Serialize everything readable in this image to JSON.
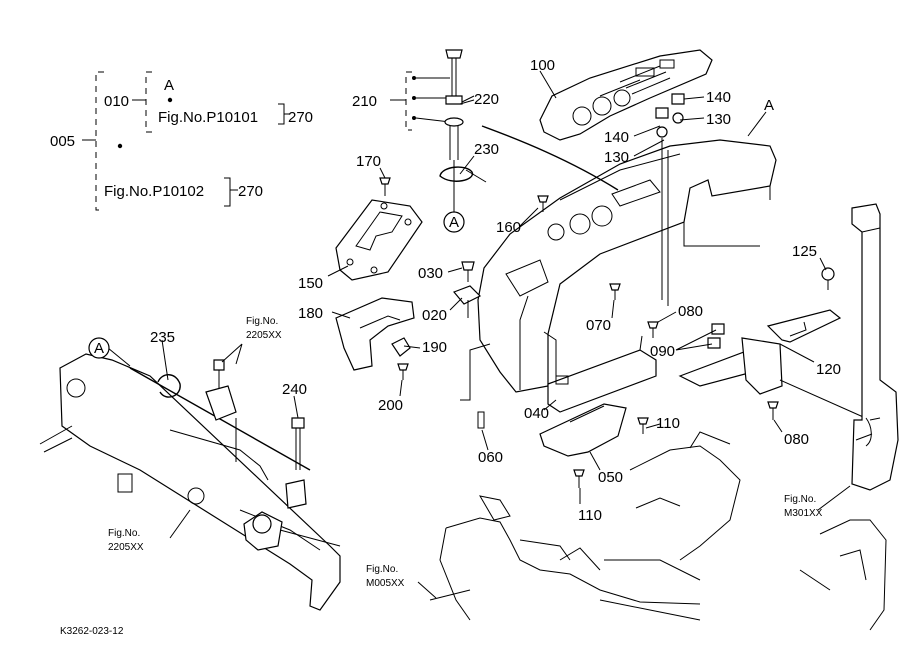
{
  "labels": {
    "c005": "005",
    "c010": "010",
    "a_top": "A",
    "fig_p10101": "Fig.No.P10101",
    "c270a": "270",
    "fig_p10102": "Fig.No.P10102",
    "c270b": "270",
    "c210": "210",
    "c220": "220",
    "c230": "230",
    "c100": "100",
    "a_right": "A",
    "c140a": "140",
    "c130a": "130",
    "c140b": "140",
    "c130b": "130",
    "c170": "170",
    "c160": "160",
    "c150": "150",
    "c030": "030",
    "c020": "020",
    "c070": "070",
    "c180": "180",
    "c190": "190",
    "c200": "200",
    "c080a": "080",
    "c090": "090",
    "c125": "125",
    "c120": "120",
    "c080b": "080",
    "c040": "040",
    "c110a": "110",
    "c060": "060",
    "c050": "050",
    "c110b": "110",
    "c235": "235",
    "c240": "240",
    "fig_2205_top_1": "Fig.No.",
    "fig_2205_top_2": "2205XX",
    "fig_2205_bot_1": "Fig.No.",
    "fig_2205_bot_2": "2205XX",
    "fig_m005_1": "Fig.No.",
    "fig_m005_2": "M005XX",
    "fig_m301_1": "Fig.No.",
    "fig_m301_2": "M301XX",
    "circ_a_mid": "A",
    "circ_a_left": "A",
    "drawing_no": "K3262-023-12"
  }
}
